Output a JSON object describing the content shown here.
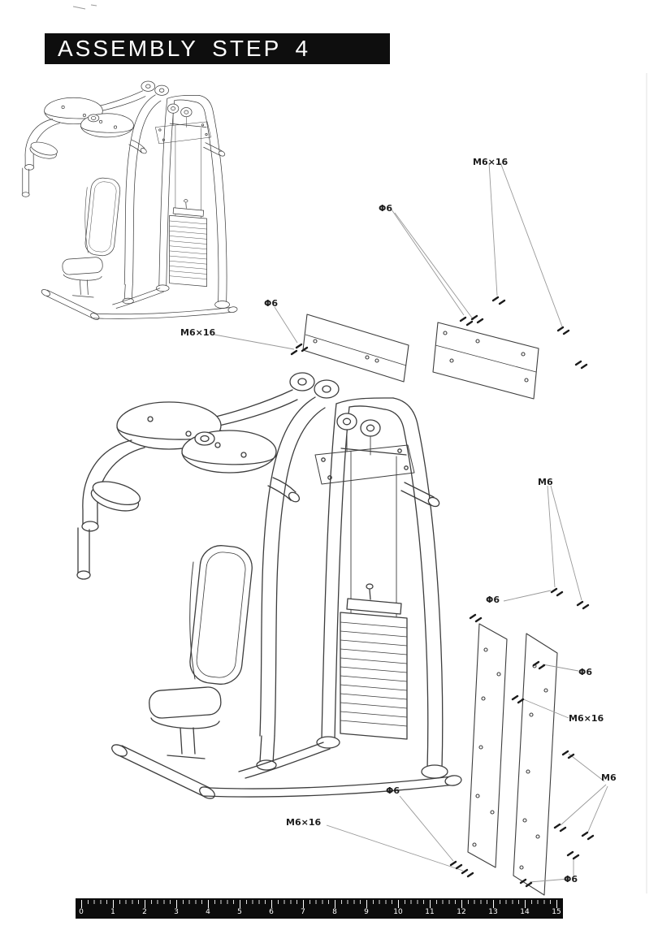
{
  "page": {
    "title": "ASSEMBLY STEP 4"
  },
  "colors": {
    "header_bg": "#0e0e0e",
    "ruler_bg": "#0c0c0c",
    "line_art": "#3d3d3d"
  },
  "callouts": [
    {
      "id": "m6x16-top-right",
      "text": "M6×16"
    },
    {
      "id": "phi6-upper-middle",
      "text": "Φ6"
    },
    {
      "id": "phi6-upper-left",
      "text": "Φ6"
    },
    {
      "id": "m6x16-upper-left",
      "text": "M6×16"
    },
    {
      "id": "m6-right",
      "text": "M6"
    },
    {
      "id": "phi6-middle-right",
      "text": "Φ6"
    },
    {
      "id": "phi6-panel-right",
      "text": "Φ6"
    },
    {
      "id": "m6x16-middle-right",
      "text": "M6×16"
    },
    {
      "id": "m6-lower-right",
      "text": "M6"
    },
    {
      "id": "phi6-bottom-middle",
      "text": "Φ6"
    },
    {
      "id": "m6x16-bottom",
      "text": "M6×16"
    },
    {
      "id": "phi6-bottom-right",
      "text": "Φ6"
    }
  ],
  "ruler": {
    "labels": [
      "0",
      "1",
      "2",
      "3",
      "4",
      "5",
      "6",
      "7",
      "8",
      "9",
      "10",
      "11",
      "12",
      "13",
      "14",
      "15"
    ]
  }
}
